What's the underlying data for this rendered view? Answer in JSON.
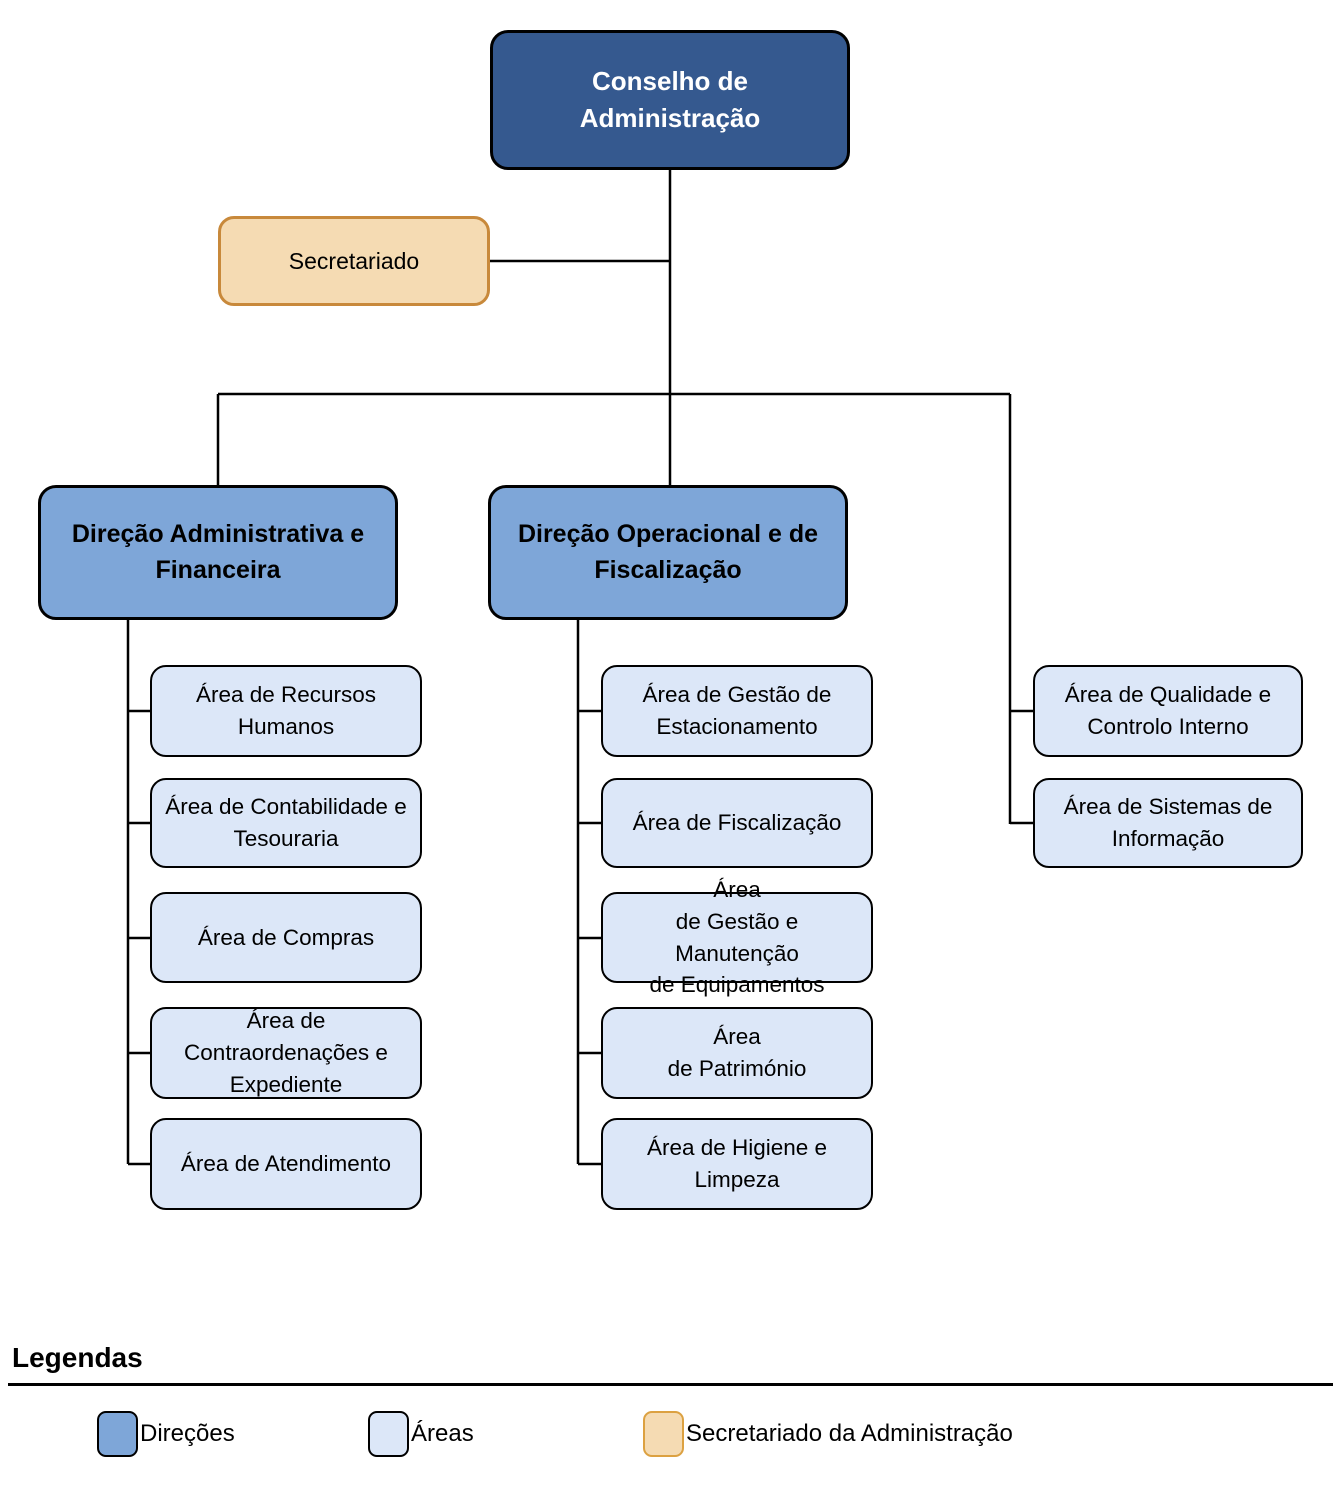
{
  "org": {
    "root": {
      "label": "Conselho de\nAdministração"
    },
    "secretariado": {
      "label": "Secretariado"
    },
    "direction_admin": {
      "label": "Direção Administrativa e\nFinanceira",
      "areas": [
        {
          "label": "Área de Recursos\nHumanos"
        },
        {
          "label": "Área de Contabilidade e\nTesouraria"
        },
        {
          "label": "Área de Compras"
        },
        {
          "label": "Área de\nContraordenações e\nExpediente"
        },
        {
          "label": "Área de Atendimento"
        }
      ]
    },
    "direction_oper": {
      "label": "Direção Operacional e de\nFiscalização",
      "areas": [
        {
          "label": "Área de Gestão de\nEstacionamento"
        },
        {
          "label": "Área de Fiscalização"
        },
        {
          "label": "Área\nde Gestão e Manutenção\nde Equipamentos"
        },
        {
          "label": "Área\nde Património"
        },
        {
          "label": "Área de Higiene e\nLimpeza"
        }
      ]
    },
    "staff_areas": [
      {
        "label": "Área de Qualidade e\nControlo Interno"
      },
      {
        "label": "Área de Sistemas de\nInformação"
      }
    ]
  },
  "legend": {
    "title": "Legendas",
    "items": [
      {
        "label": "Direções",
        "color": "#7EA6D8"
      },
      {
        "label": "Áreas",
        "color": "#DCE7F8"
      },
      {
        "label": "Secretariado da Administração",
        "color": "#F5DBB3"
      }
    ]
  },
  "colors": {
    "root_fill": "#35598F",
    "direction_fill": "#7EA6D8",
    "area_fill": "#DCE7F8",
    "secretariado_fill": "#F5DBB3",
    "secretariado_border": "#C8893B",
    "line": "#000000"
  }
}
